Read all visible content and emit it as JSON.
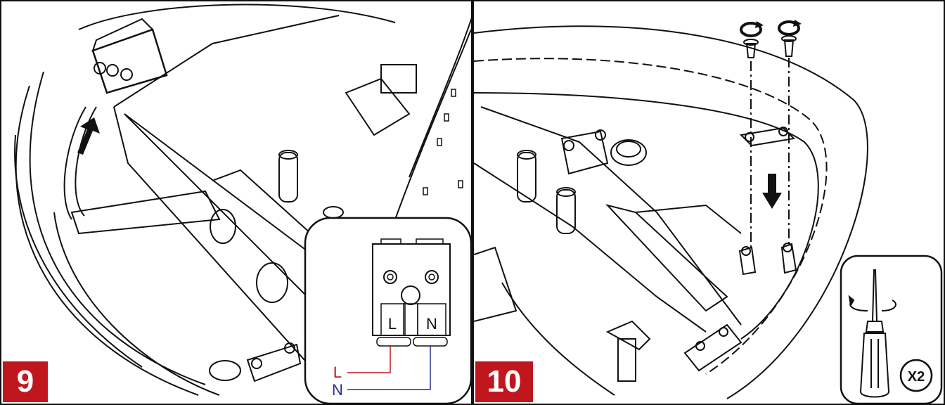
{
  "steps": [
    {
      "number": "9"
    },
    {
      "number": "10"
    }
  ],
  "wiring_detail": {
    "terminal_left": "L",
    "terminal_right": "N",
    "legend_live": "L",
    "legend_neutral": "N",
    "live_color": "#c0171f",
    "neutral_color": "#2a2f8f"
  },
  "tool_panel": {
    "tool": "screwdriver-icon",
    "quantity": "X2"
  },
  "colors": {
    "badge": "#c0171f",
    "line": "#111111"
  }
}
